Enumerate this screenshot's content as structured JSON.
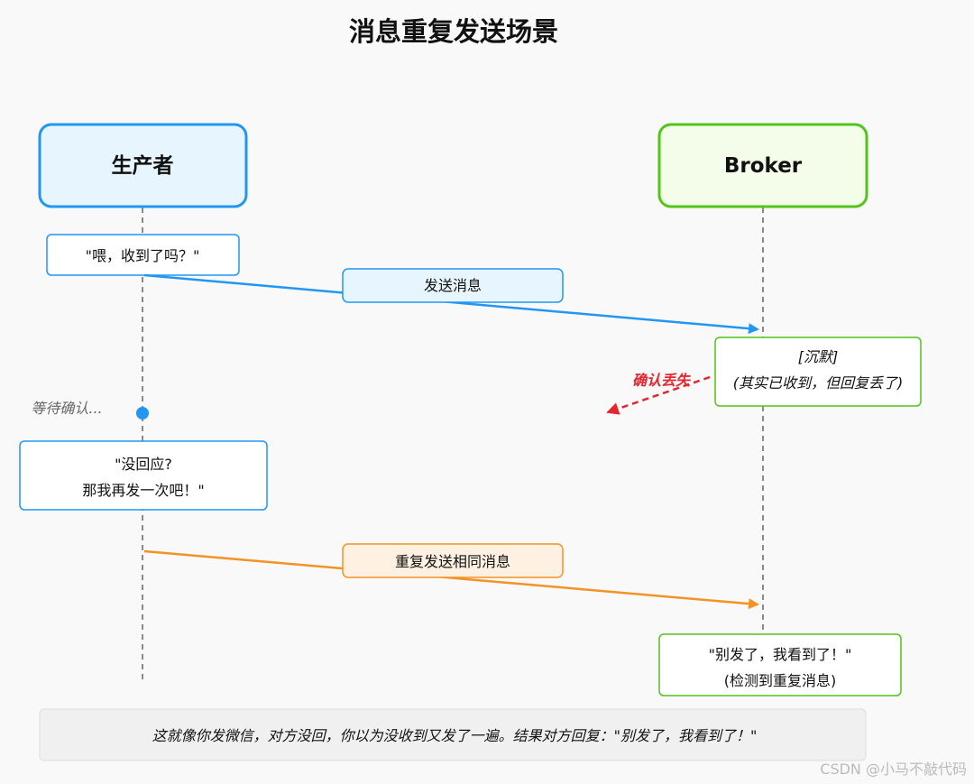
{
  "title": "消息重复发送场景",
  "actors": {
    "producer": "生产者",
    "broker": "Broker"
  },
  "messages": {
    "hello": "\"喂，收到了吗？\"",
    "send": "发送消息",
    "silence_line1": "[沉默]",
    "silence_line2": "(其实已收到，但回复丢了)",
    "ack_lost": "确认丢失",
    "waiting": "等待确认...",
    "resend_line1": "\"没回应?",
    "resend_line2": "那我再发一次吧！\"",
    "resend": "重复发送相同消息",
    "stop_line1": "\"别发了，我看到了！\"",
    "stop_line2": "(检测到重复消息)"
  },
  "footer": "这就像你发微信，对方没回，你以为没收到又发了一遍。结果对方回复：\"别发了，我看到了！\"",
  "watermark": "CSDN @小马不敲代码",
  "colors": {
    "blue": "#2196f3",
    "green": "#52c41a",
    "orange": "#f39325",
    "red": "#e5262e"
  }
}
